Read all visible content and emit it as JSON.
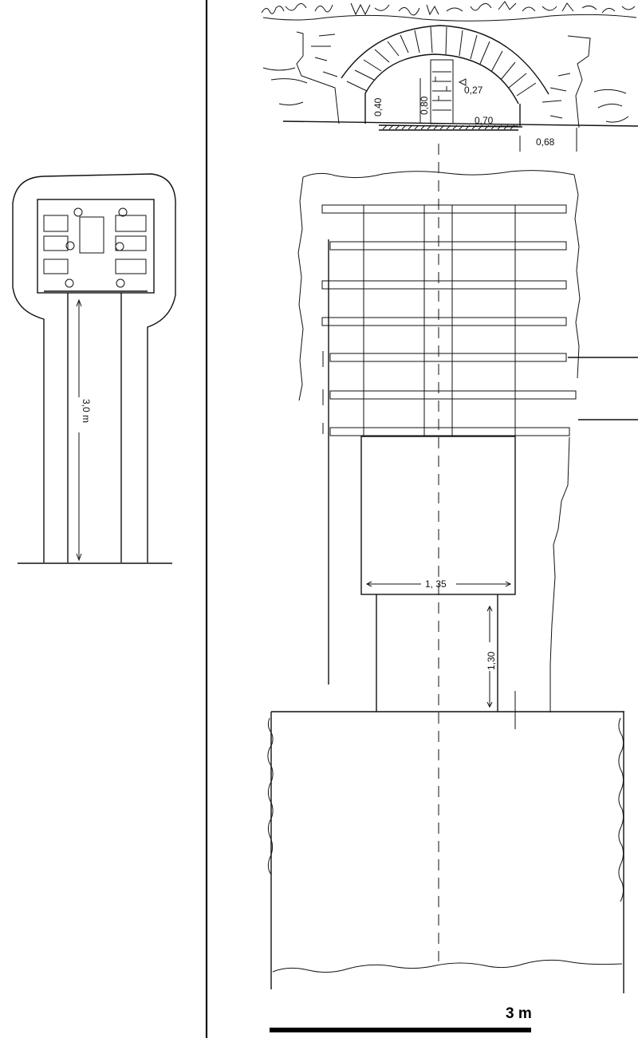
{
  "drawing": {
    "dimensions": {
      "height_left": "3,0 m",
      "arch_0_40": "0,40",
      "arch_0_80": "0,80",
      "arch_0_27": "0,27",
      "arch_0_70": "0,70",
      "arch_0_68": "0,68",
      "width_1_35": "1, 35",
      "length_1_30": "1,30"
    },
    "scale_bar_label": "3 m"
  }
}
